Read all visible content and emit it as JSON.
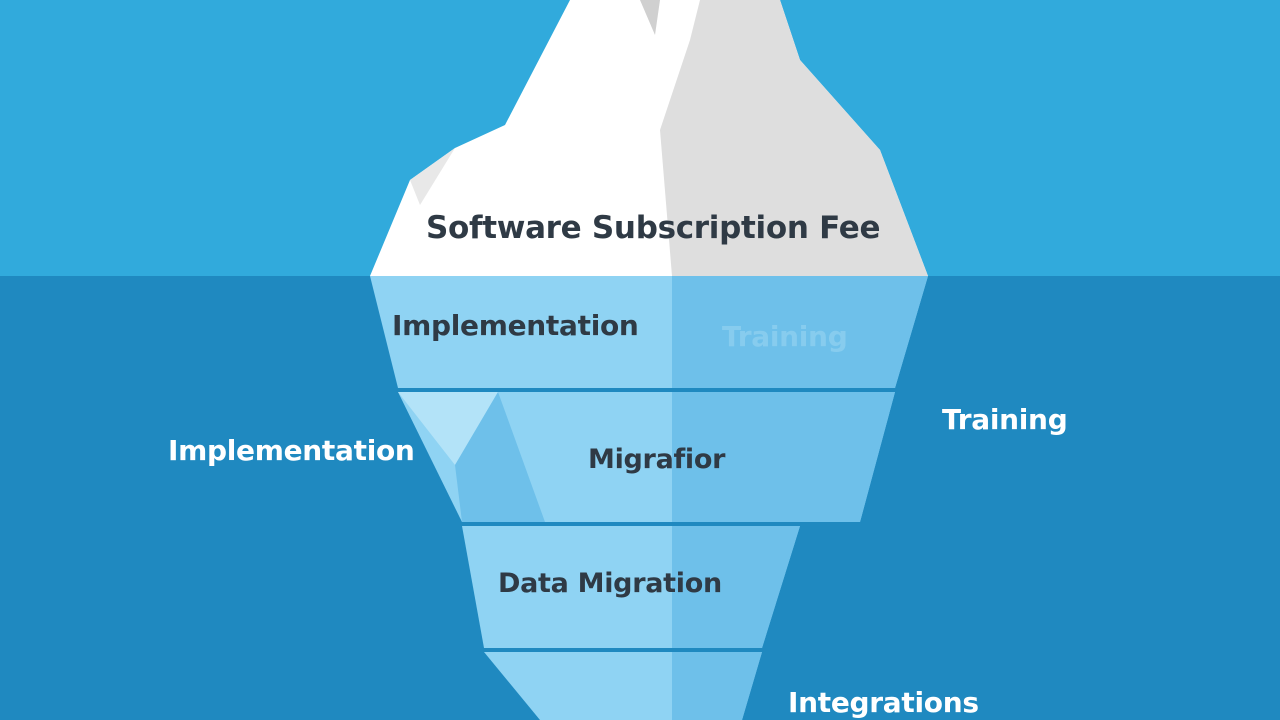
{
  "colors": {
    "sky": "#31aadc",
    "water": "#1f89c0",
    "ice_white": "#ffffff",
    "ice_shade": "#dedede",
    "ice_underwater": "#8fd3f3",
    "ice_underwater_shade": "#6ec0ea",
    "label_dark": "#2f3a45",
    "label_light": "#ffffff"
  },
  "iceberg": {
    "above_water": {
      "label": "Software Subscription Fee"
    },
    "below_water": {
      "layer_1_label": "Implementation",
      "layer_1_faded_label": "Training",
      "layer_2_label": "Migrafior",
      "layer_3_label": "Data Migration"
    }
  },
  "outside_labels": {
    "left": "Implementation",
    "right": "Training",
    "bottom_right": "Integrations"
  }
}
